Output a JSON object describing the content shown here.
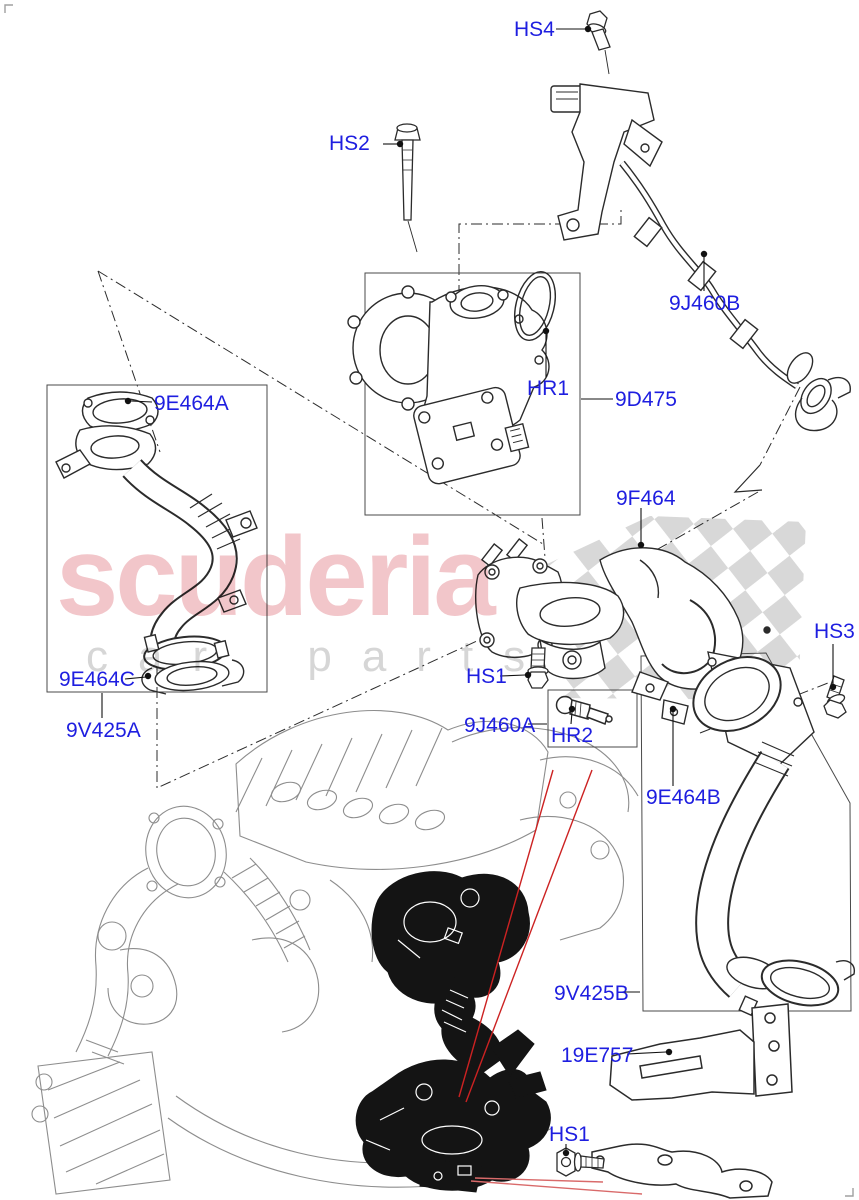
{
  "diagram": {
    "type": "exploded-parts-diagram",
    "subject": "EGR / turbocharger exhaust gas recirculation components"
  },
  "watermark": {
    "brand": "scuderia",
    "tagline": "car parts",
    "brand_color": "#f2c6ca",
    "tagline_color": "#d6d6d6"
  },
  "colors": {
    "callout_text": "#1e1ee0",
    "line_art": "#2b2b2b",
    "engine_ghost": "#8d8d8d",
    "highlight_dark": "#141414",
    "red_pointer": "#cc2222",
    "flag_gray": "#d8d8d8"
  },
  "callouts": {
    "hs4": "HS4",
    "hs2": "HS2",
    "j460b": "9J460B",
    "e464a": "9E464A",
    "hr1": "HR1",
    "d475": "9D475",
    "f464": "9F464",
    "hs3": "HS3",
    "e464c": "9E464C",
    "hs1_egr": "HS1",
    "j460a": "9J460A",
    "hr2": "HR2",
    "v425a": "9V425A",
    "e464b": "9E464B",
    "v425b": "9V425B",
    "e757": "19E757",
    "hs1_bracket": "HS1"
  }
}
